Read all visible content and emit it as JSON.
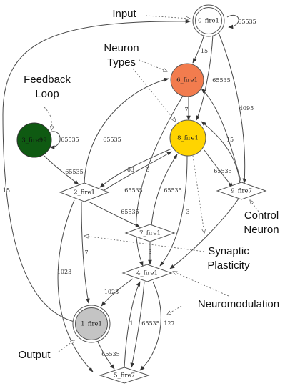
{
  "nodes": {
    "n0": {
      "label": "0_fire1",
      "fill": "#ffffff"
    },
    "n6": {
      "label": "6_fire1",
      "fill": "#f27c4e"
    },
    "n3": {
      "label": "3_fire99",
      "fill": "#0f5a12"
    },
    "n8": {
      "label": "8_fire1",
      "fill": "#ffd400"
    },
    "n2": {
      "label": "2_fire1"
    },
    "n9": {
      "label": "9_fire7"
    },
    "n7": {
      "label": "7_fire1"
    },
    "n4": {
      "label": "4_fire1"
    },
    "n1": {
      "label": "1_fire1",
      "fill": "#c4c4c4"
    },
    "n5": {
      "label": "5_fire7"
    }
  },
  "edge_labels": {
    "n0_self": "65535",
    "n0_n6": "15",
    "n0_n8": "65535",
    "n0_n9": "4095",
    "n9_n8": "15",
    "n6_n8": "7",
    "n2_n6": "65535",
    "n3_self": "65535",
    "n3_n2": "65535",
    "n8_n2_a": "63",
    "n8_n2_b": "3",
    "n8_n9": "65535",
    "n6_n4": "65535",
    "n7_n8": "65535",
    "n8_n4": "3",
    "n2_n7": "65535",
    "n2_n1": "7",
    "n2_n5": "1023",
    "n7_n4": "3",
    "n4_n1": "1023",
    "n1_n0": "15",
    "n5_n4": "1",
    "n4_n5_a": "65535",
    "n4_n5_b": "127",
    "n1_n5": "65535"
  },
  "annotations": {
    "input": "Input",
    "neuron_types_1": "Neuron",
    "neuron_types_2": "Types",
    "feedback_1": "Feedback",
    "feedback_2": "Loop",
    "control_1": "Control",
    "control_2": "Neuron",
    "synaptic_1": "Synaptic",
    "synaptic_2": "Plasticity",
    "neuromodulation": "Neuromodulation",
    "output": "Output"
  }
}
